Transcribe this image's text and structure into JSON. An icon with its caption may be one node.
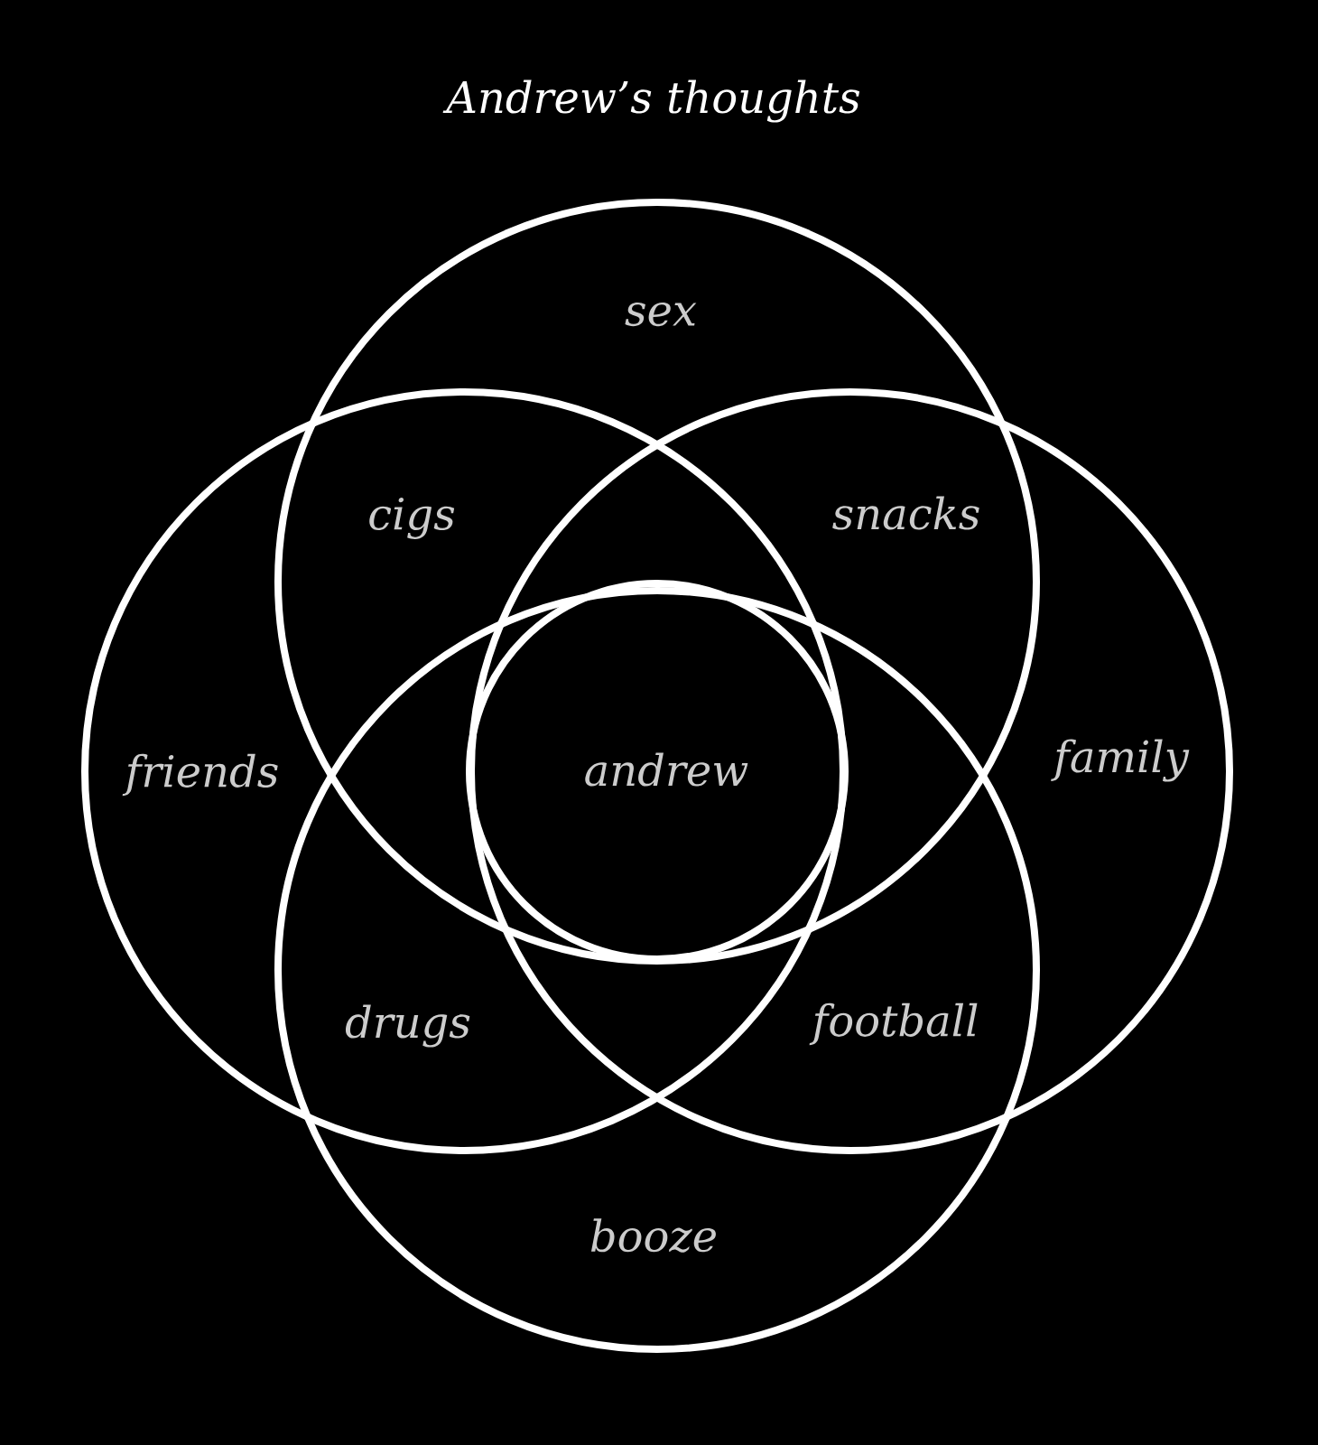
{
  "diagram": {
    "title": "Andrew’s thoughts",
    "nodes": [
      {
        "text": [
          "sex"
        ]
      },
      {
        "text": [
          "friends"
        ]
      },
      {
        "text": [
          "andrew"
        ]
      },
      {
        "text": [
          "family"
        ]
      },
      {
        "text": [
          "booze"
        ]
      }
    ],
    "labels": [
      "cigs",
      "snacks",
      "drugs",
      "football"
    ]
  }
}
